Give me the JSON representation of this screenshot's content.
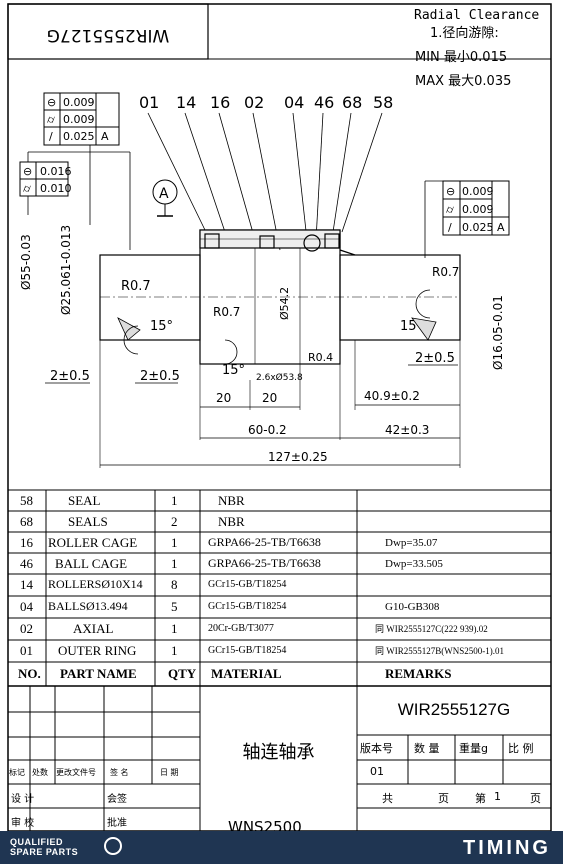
{
  "title_block_top": {
    "part_number_mirrored": "WIR2555127G"
  },
  "radial_clearance": {
    "title": "Radial Clearance",
    "item": "1.径向游隙:",
    "min": "MIN 最小0.015",
    "max": "MAX 最大0.035"
  },
  "balloons": [
    "01",
    "14",
    "16",
    "02",
    "04",
    "46",
    "68",
    "58"
  ],
  "datum_label": "A",
  "tolerance_frames": {
    "left_top": [
      {
        "symbol": "⊖",
        "value": "0.009",
        "datum": ""
      },
      {
        "symbol": "⌭",
        "value": "0.009",
        "datum": ""
      },
      {
        "symbol": "/",
        "value": "0.025",
        "datum": "A"
      }
    ],
    "left_mid": [
      {
        "symbol": "⊖",
        "value": "0.016",
        "datum": ""
      },
      {
        "symbol": "⌭",
        "value": "0.010",
        "datum": ""
      }
    ],
    "right": [
      {
        "symbol": "⊖",
        "value": "0.009",
        "datum": ""
      },
      {
        "symbol": "⌭",
        "value": "0.009",
        "datum": ""
      },
      {
        "symbol": "/",
        "value": "0.025",
        "datum": "A"
      }
    ]
  },
  "dimensions": {
    "d55": "Ø55-0.03",
    "d25": "Ø25.061-0.013",
    "d54_2": "Ø54.2",
    "d16": "Ø16.05-0.01",
    "r07_left": "R0.7",
    "r07_mid": "R0.7",
    "r07_right": "R0.7",
    "r04": "R0.4",
    "angle_left": "15°",
    "angle_mid": "15°",
    "angle_right": "15°",
    "dim_2_left": "2±0.5",
    "dim_2_mid": "2±0.5",
    "dim_2_right": "2±0.5",
    "ball_dim": "2.6xØ53.8",
    "dim_20a": "20",
    "dim_20b": "20",
    "dim_409": "40.9±0.2",
    "dim_60": "60-0.2",
    "dim_42": "42±0.3",
    "dim_127": "127±0.25"
  },
  "bom": {
    "rows": [
      {
        "no": "58",
        "name": "SEAL",
        "qty": "1",
        "material": "NBR",
        "remarks": ""
      },
      {
        "no": "68",
        "name": "SEALS",
        "qty": "2",
        "material": "NBR",
        "remarks": ""
      },
      {
        "no": "16",
        "name": "ROLLER CAGE",
        "qty": "1",
        "material": "GRPA66-25-TB/T6638",
        "remarks": "Dwp=35.07"
      },
      {
        "no": "46",
        "name": "BALL CAGE",
        "qty": "1",
        "material": "GRPA66-25-TB/T6638",
        "remarks": "Dwp=33.505"
      },
      {
        "no": "14",
        "name": "ROLLERSØ10X14",
        "qty": "8",
        "material": "GCr15-GB/T18254",
        "remarks": ""
      },
      {
        "no": "04",
        "name": "BALLSØ13.494",
        "qty": "5",
        "material": "GCr15-GB/T18254",
        "remarks": "G10-GB308"
      },
      {
        "no": "02",
        "name": "AXIAL",
        "qty": "1",
        "material": "20Cr-GB/T3077",
        "remarks": "同 WIR2555127C(222 939).02"
      },
      {
        "no": "01",
        "name": "OUTER RING",
        "qty": "1",
        "material": "GCr15-GB/T18254",
        "remarks": "同 WIR2555127B(WNS2500-1).01"
      }
    ],
    "headers": {
      "no": "NO.",
      "name": "PART NAME",
      "qty": "QTY",
      "material": "MATERIAL",
      "remarks": "REMARKS"
    }
  },
  "title_block": {
    "drawing_no": "WIR2555127G",
    "part_title": "轴连轴承",
    "version_label": "版本号",
    "qty_label": "数 量",
    "weight_label": "重量g",
    "scale_label": "比 例",
    "version_value": "01",
    "total_label": "共",
    "page_label": "页",
    "sheet_label": "第",
    "sheet_value": "1",
    "page_label2": "页",
    "rev_cols": [
      "标记",
      "处数",
      "更改文件号",
      "签 名",
      "日 期"
    ],
    "design": "设 计",
    "countersign": "会签",
    "review": "审 校",
    "approve": "批准",
    "model_partial": "WNS2500"
  },
  "footer": {
    "brand_line1": "QUALIFIED",
    "brand_line2": "SPARE PARTS",
    "logo": "TIMING"
  }
}
